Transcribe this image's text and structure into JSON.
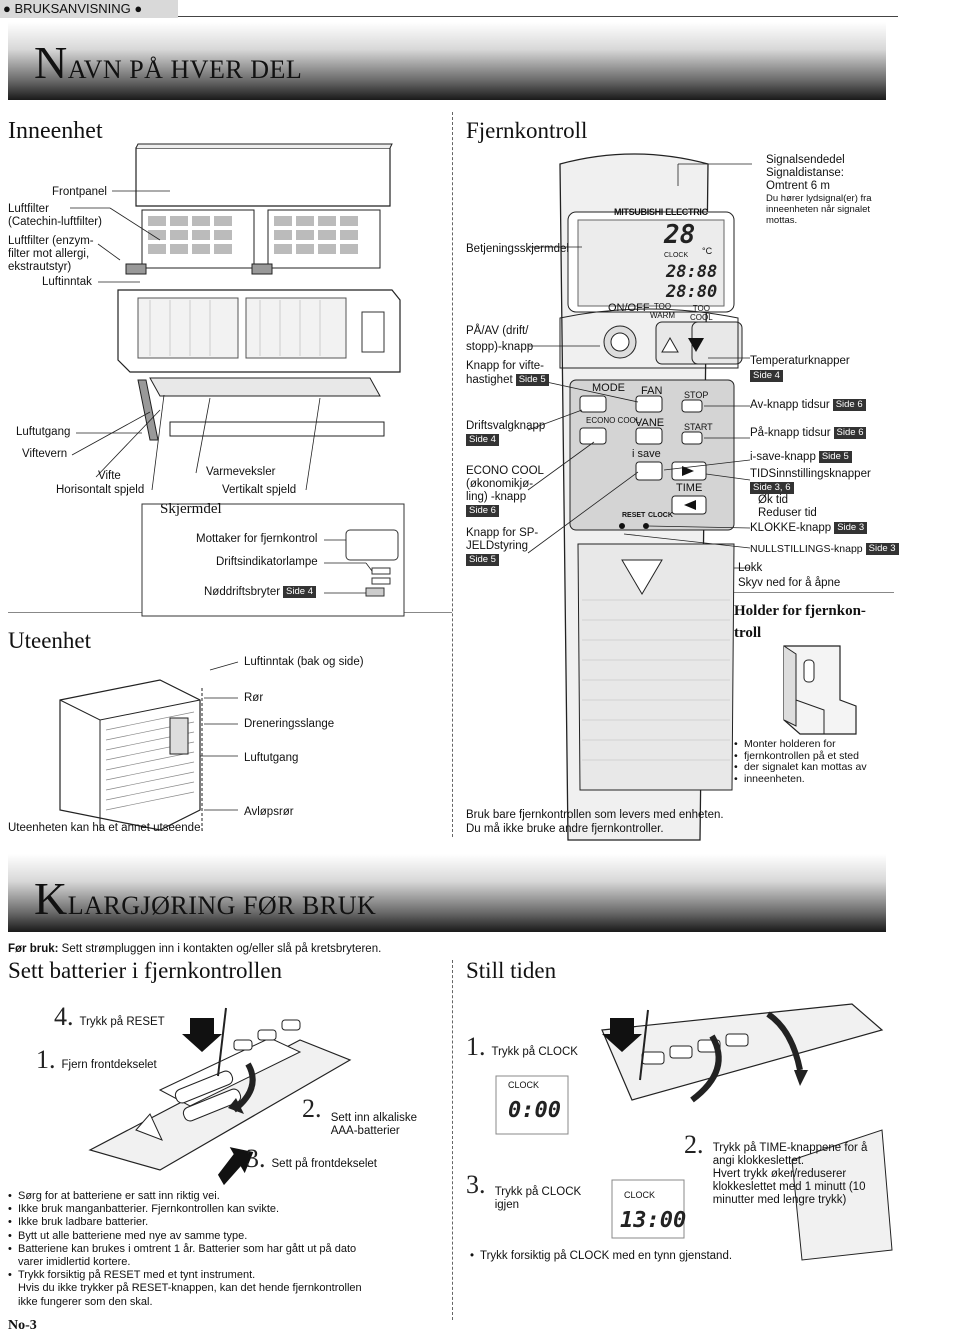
{
  "header": {
    "manual": "BRUKSANVISNING"
  },
  "section1": {
    "title_initial": "N",
    "title_rest": "AVN PÅ HVER DEL",
    "indoor": {
      "heading": "Inneenhet",
      "labels": {
        "frontpanel": "Frontpanel",
        "filter1": "Luftfilter",
        "filter1b": "(Catechin-luftfilter)",
        "filter2a": "Luftfilter (enzym-",
        "filter2b": "filter mot allergi,",
        "filter2c": "ekstrautstyr)",
        "intake": "Luftinntak",
        "outlet": "Luftutgang",
        "fan_guard": "Viftevern",
        "fan": "Vifte",
        "horizontal_vane": "Horisontalt spjeld",
        "heat_exchanger": "Varmeveksler",
        "vertical_vane": "Vertikalt spjeld",
        "display_section": "Skjermdel",
        "receiver": "Mottaker for fjernkontrol",
        "lamp": "Driftsindikatorlampe",
        "emergency": "Nøddriftsbryter",
        "emergency_page": "Side 4"
      }
    },
    "outdoor": {
      "heading": "Uteenhet",
      "labels": {
        "intake": "Luftinntak  (bak og side)",
        "pipe": "Rør",
        "drain": "Dreneringsslange",
        "outlet": "Luftutgang",
        "drain_outlet": "Avløpsrør",
        "note": "Uteenheten kan ha et annet utseende."
      }
    },
    "remote": {
      "heading": "Fjernkontroll",
      "brand": "MITSUBISHI ELECTRIC",
      "labels": {
        "transmitter1": "Signalsendedel",
        "transmitter2": "Signaldistanse:",
        "transmitter3": "Omtrent 6 m",
        "transmitter4": "Du hører lydsignal(er) fra",
        "transmitter5": "inneenheten når signalet",
        "transmitter6": "mottas.",
        "display": "Betjeningsskjermdel",
        "onoff1": "PÅ/AV (drift/",
        "onoff2": "stopp)-knapp",
        "fan1": "Knapp for vifte-",
        "fan2": "hastighet",
        "fan_page": "Side 5",
        "mode1": "Driftsvalgknapp",
        "mode_page": "Side 4",
        "econo1": "ECONO COOL",
        "econo2": "(økonomikjø-",
        "econo3": "ling) -knapp",
        "econo_page": "Side 6",
        "vane1": "Knapp for SP-",
        "vane2": "JELDstyring",
        "vane_page": "Side 5",
        "temp": "Temperaturknapper",
        "temp_page": "Side 4",
        "off_timer": "Av-knapp tidsur",
        "off_timer_page": "Side 6",
        "on_timer": "På-knapp tidsur",
        "on_timer_page": "Side 6",
        "isave": "i-save-knapp",
        "isave_page": "Side 5",
        "time_set": "TIDSinnstillingsknapper",
        "time_set_page": "Side 3, 6",
        "time_inc": "Øk tid",
        "time_dec": "Reduser tid",
        "clock": "KLOKKE-knapp",
        "clock_page": "Side 3",
        "reset": "NULLSTILLINGS-knapp",
        "reset_page": "Side 3",
        "lid1": "Lokk",
        "lid2": "Skyv ned for å åpne"
      },
      "buttons": {
        "onoff": "ON/OFF",
        "too_warm": "TOO\nWARM",
        "too_cool": "TOO\nCOOL",
        "mode": "MODE",
        "fan": "FAN",
        "stop": "STOP",
        "econo": "ECONO COOL",
        "vane": "VANE",
        "start": "START",
        "isave": "i save",
        "time": "TIME",
        "reset": "RESET",
        "clock": "CLOCK",
        "lcd_temp": "28",
        "lcd_unit": "°C",
        "lcd_time1": "28:88",
        "lcd_time2": "28:80",
        "lcd_clock": "CLOCK"
      },
      "holder_heading": "Holder for fjernkon-\ntroll",
      "holder_note1": "Monter holderen for",
      "holder_note2": "fjernkontrollen på et sted",
      "holder_note3": "der signalet kan mottas av",
      "holder_note4": "inneenheten.",
      "use_note1": "Bruk bare fjernkontrollen som levers med enheten.",
      "use_note2": "Du må ikke bruke andre fjernkontroller."
    }
  },
  "section2": {
    "title_initial": "K",
    "title_rest": "LARGJØRING FØR BRUK",
    "intro_bold": "Før bruk:",
    "intro_text": " Sett strømpluggen inn i kontakten og/eller slå på kretsbryteren.",
    "batteries": {
      "heading": "Sett batterier i fjernkontrollen",
      "step4_num": "4.",
      "step4": "Trykk på RESET",
      "step1_num": "1.",
      "step1": "Fjern frontdekselet",
      "step2_num": "2.",
      "step2a": "Sett inn alkaliske",
      "step2b": "AAA-batterier",
      "step3_num": "3.",
      "step3": "Sett på frontdekselet",
      "bullets": [
        "Sørg for at batteriene er satt inn riktig vei.",
        "Ikke bruk manganbatterier. Fjernkontrollen kan svikte.",
        "Ikke bruk ladbare batterier.",
        "Bytt ut alle batteriene med nye av samme type.",
        "Batteriene kan brukes i omtrent 1 år. Batterier som har gått ut på dato",
        "varer imidlertid kortere.",
        "Trykk forsiktig på RESET med et tynt instrument.",
        "Hvis du ikke trykker på RESET-knappen, kan det hende fjernkontrollen",
        "ikke fungerer som den skal."
      ]
    },
    "clock": {
      "heading": "Still tiden",
      "step1_num": "1.",
      "step1": "Trykk på CLOCK",
      "lcd1_label": "CLOCK",
      "lcd1_time": "0:00",
      "step2_num": "2.",
      "step2a": "Trykk på TIME-knappene for å",
      "step2b": "angi klokkeslettet.",
      "step2c": "Hvert trykk øker/reduserer",
      "step2d": "klokkeslettet med 1 minutt (10",
      "step2e": "minutter med lengre trykk)",
      "step3_num": "3.",
      "step3a": "Trykk på CLOCK",
      "step3b": "igjen",
      "lcd2_label": "CLOCK",
      "lcd2_time": "13:00",
      "bullet": "Trykk forsiktig på CLOCK med en tynn gjenstand."
    }
  },
  "footer": {
    "page": "No-3"
  }
}
